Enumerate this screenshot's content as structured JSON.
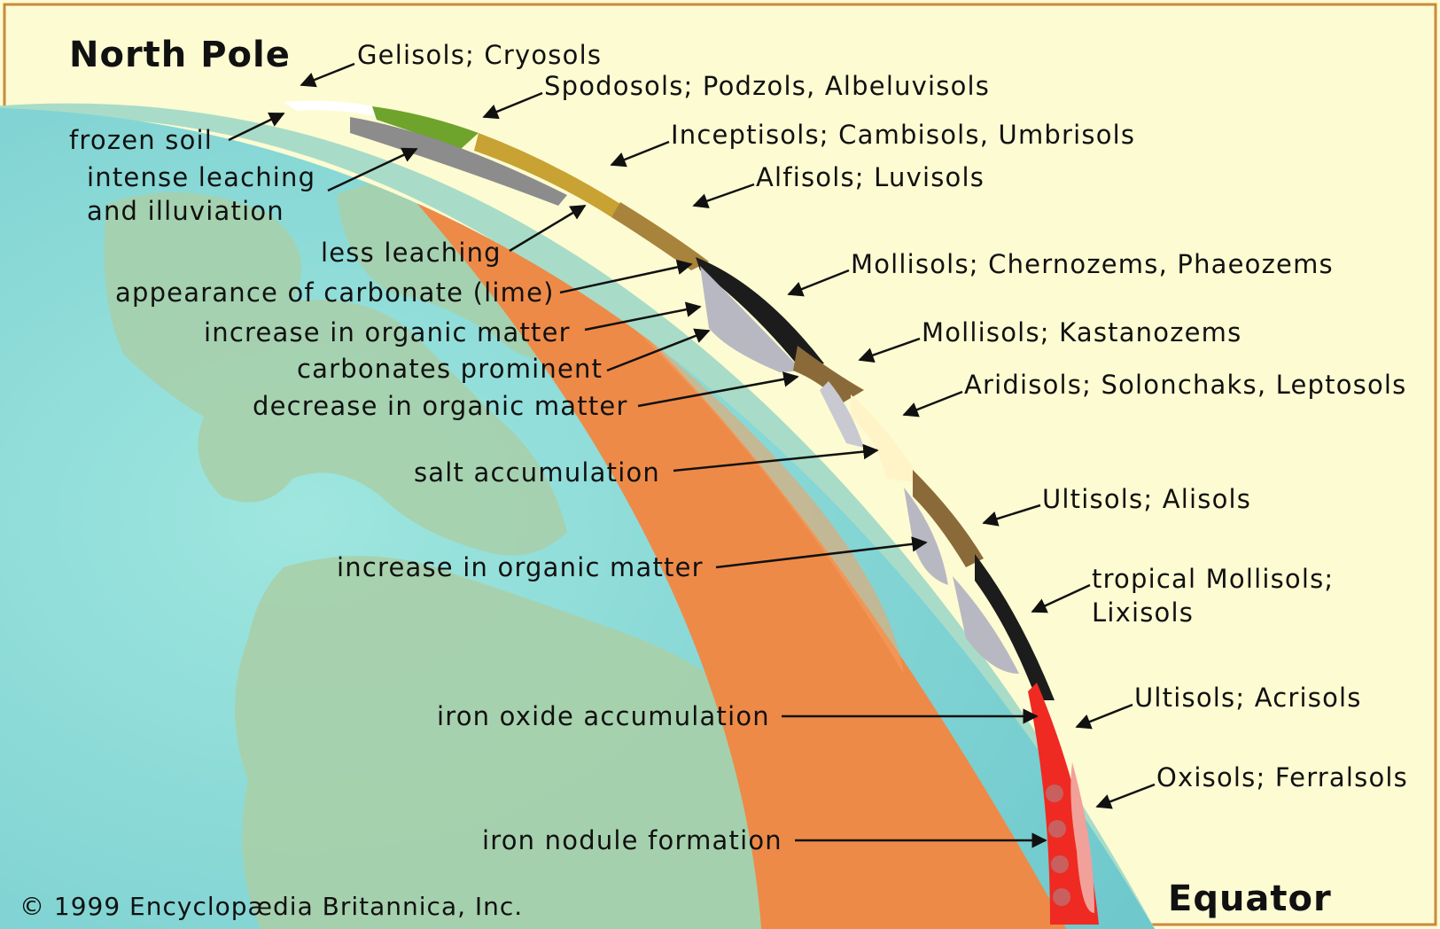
{
  "colors": {
    "background": "#fdfbd2",
    "ocean": "#86d6d4",
    "land": "#a4cfaa",
    "atmosphere": "#a8dcc8",
    "earth_interior": "#ee8a48",
    "red_layer": "#ef2a22",
    "frame": "#c98a3c"
  },
  "title_north": "North Pole",
  "title_equator": "Equator",
  "copyright": "© 1999 Encyclopædia Britannica, Inc.",
  "soil_labels": [
    {
      "lines": [
        "Gelisols; Cryosols"
      ]
    },
    {
      "lines": [
        "Spodosols; Podzols, Albeluvisols"
      ]
    },
    {
      "lines": [
        "Inceptisols; Cambisols, Umbrisols"
      ]
    },
    {
      "lines": [
        "Alfisols; Luvisols"
      ]
    },
    {
      "lines": [
        "Mollisols; Chernozems, Phaeozems"
      ]
    },
    {
      "lines": [
        "Mollisols; Kastanozems"
      ]
    },
    {
      "lines": [
        "Aridisols; Solonchaks, Leptosols"
      ]
    },
    {
      "lines": [
        "Ultisols; Alisols"
      ]
    },
    {
      "lines": [
        "tropical Mollisols;",
        "Lixisols"
      ]
    },
    {
      "lines": [
        "Ultisols; Acrisols"
      ]
    },
    {
      "lines": [
        "Oxisols; Ferralsols"
      ]
    }
  ],
  "process_labels": [
    {
      "lines": [
        "frozen soil"
      ]
    },
    {
      "lines": [
        "intense leaching",
        "and illuviation"
      ]
    },
    {
      "lines": [
        "less leaching"
      ]
    },
    {
      "lines": [
        "appearance of carbonate (lime)"
      ]
    },
    {
      "lines": [
        "increase in organic matter"
      ]
    },
    {
      "lines": [
        "carbonates prominent"
      ]
    },
    {
      "lines": [
        "decrease in organic matter"
      ]
    },
    {
      "lines": [
        "salt accumulation"
      ]
    },
    {
      "lines": [
        "increase in organic matter"
      ]
    },
    {
      "lines": [
        "iron oxide accumulation"
      ]
    },
    {
      "lines": [
        "iron nodule formation"
      ]
    }
  ]
}
